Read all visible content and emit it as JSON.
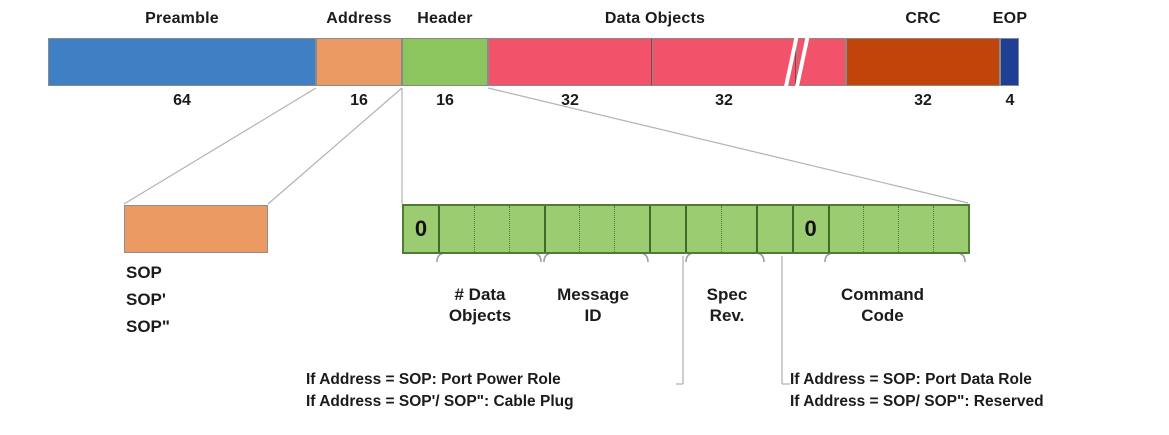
{
  "diagram": {
    "title": "USB Power Delivery Packet and Message Header Structure",
    "colors": {
      "preamble": "#3f7fc4",
      "address": "#eb9a64",
      "header": "#8cc45e",
      "data_objects": "#f2536a",
      "crc": "#c1450a",
      "eop": "#1e3f93",
      "header_field": "#9ccc72",
      "header_border": "#4e7c32",
      "wire": "#b0b0b0",
      "text": "#1b1b1b"
    },
    "packet": {
      "segments": [
        {
          "name": "preamble",
          "label": "Preamble",
          "bits": "64"
        },
        {
          "name": "address",
          "label": "Address",
          "bits": "16"
        },
        {
          "name": "header",
          "label": "Header",
          "bits": "16"
        },
        {
          "name": "data-object-1",
          "label": "Data Objects",
          "bits": "32"
        },
        {
          "name": "data-object-2",
          "label": "",
          "bits": "32"
        },
        {
          "name": "data-object-n",
          "label": "",
          "bits": ""
        },
        {
          "name": "crc",
          "label": "CRC",
          "bits": "32"
        },
        {
          "name": "eop",
          "label": "EOP",
          "bits": "4"
        }
      ],
      "break_marker": "//"
    },
    "address_expansion": {
      "values": [
        "SOP",
        "SOP'",
        "SOP\""
      ]
    },
    "header_expansion": {
      "bit_count": 16,
      "cells": [
        {
          "index": 0,
          "value": "0"
        },
        {
          "index": 1,
          "value": ""
        },
        {
          "index": 2,
          "value": ""
        },
        {
          "index": 3,
          "value": ""
        },
        {
          "index": 4,
          "value": ""
        },
        {
          "index": 5,
          "value": ""
        },
        {
          "index": 6,
          "value": ""
        },
        {
          "index": 7,
          "value": ""
        },
        {
          "index": 8,
          "value": ""
        },
        {
          "index": 9,
          "value": ""
        },
        {
          "index": 10,
          "value": ""
        },
        {
          "index": 11,
          "value": "0"
        },
        {
          "index": 12,
          "value": ""
        },
        {
          "index": 13,
          "value": ""
        },
        {
          "index": 14,
          "value": ""
        },
        {
          "index": 15,
          "value": ""
        }
      ],
      "groups": [
        {
          "name": "num-data-objects",
          "line1": "# Data",
          "line2": "Objects"
        },
        {
          "name": "message-id",
          "line1": "Message",
          "line2": "ID"
        },
        {
          "name": "spec-rev",
          "line1": "Spec",
          "line2": "Rev."
        },
        {
          "name": "command-code",
          "line1": "Command",
          "line2": "Code"
        }
      ]
    },
    "annotations": [
      {
        "name": "port-power-role",
        "line1": "If Address = SOP:  Port Power Role",
        "line2": "If Address = SOP'/ SOP\": Cable Plug"
      },
      {
        "name": "port-data-role",
        "line1": "If Address = SOP: Port Data Role",
        "line2": "If Address = SOP/ SOP\": Reserved"
      }
    ]
  }
}
